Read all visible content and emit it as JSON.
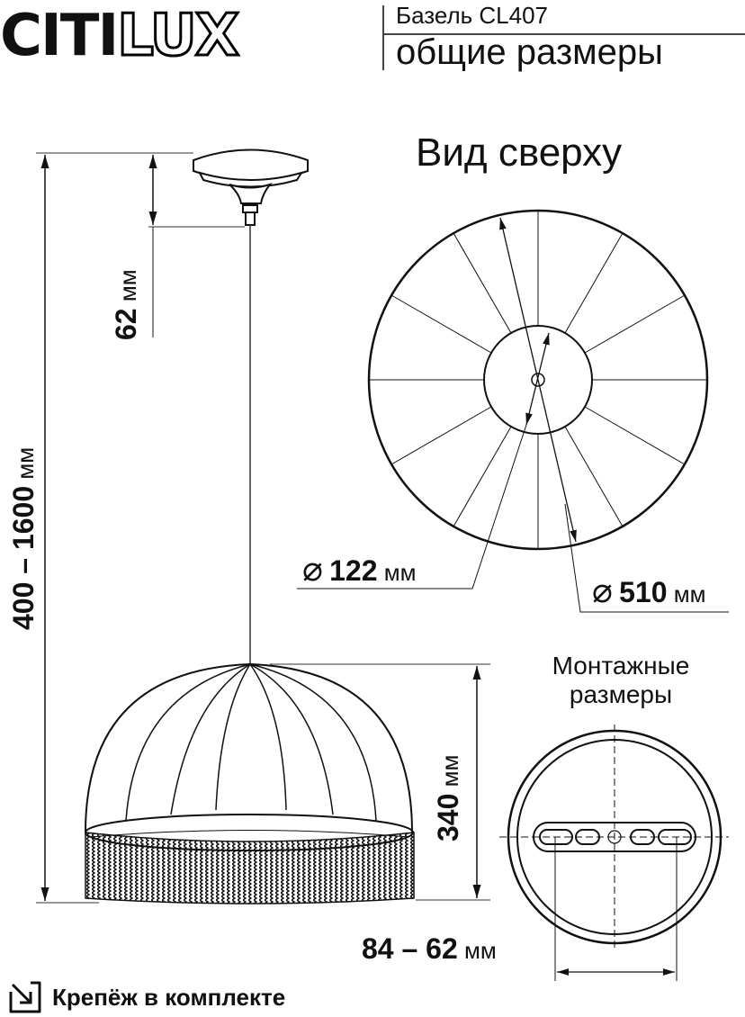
{
  "header": {
    "brand": {
      "plain": "CITI",
      "outlined": "LUX"
    },
    "model": "Базель CL407",
    "subtitle": "общие размеры"
  },
  "side_view": {
    "total_height": {
      "value": "400 – 1600",
      "unit": "мм"
    },
    "canopy_height": {
      "value": "62",
      "unit": "мм"
    },
    "shade_height": {
      "value": "340",
      "unit": "мм"
    }
  },
  "top_view": {
    "title": "Вид сверху",
    "inner_diameter": {
      "symbol": "⌀",
      "value": "122",
      "unit": "мм"
    },
    "outer_diameter": {
      "symbol": "⌀",
      "value": "510",
      "unit": "мм"
    }
  },
  "mounting": {
    "title_line1": "Монтажные",
    "title_line2": "размеры",
    "hole_spacing": {
      "value": "84 – 62",
      "unit": "мм"
    }
  },
  "footer": {
    "icon": "arrow-down-right-icon",
    "text": "Крепёж в комплекте"
  }
}
